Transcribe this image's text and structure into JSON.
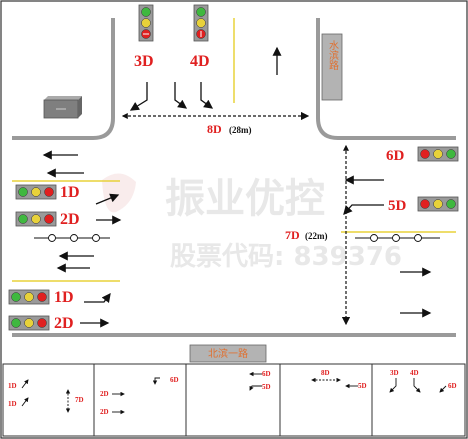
{
  "labels": {
    "p3d": "3D",
    "p4d": "4D",
    "p8d": "8D",
    "p8d_len": "(28m)",
    "p6d": "6D",
    "p5d": "5D",
    "p7d": "7D",
    "p7d_len": "(22m)",
    "p1d_top": "1D",
    "p2d_top": "2D",
    "p1d_bot": "1D",
    "p2d_bot": "2D"
  },
  "roads": {
    "north_east": "水滨路",
    "south": "北滨一路"
  },
  "watermark": {
    "line1": "振业优控",
    "line2": "股票代码: 839376"
  },
  "phase_strip": [
    {
      "items": [
        "1D",
        "1D",
        "7D"
      ]
    },
    {
      "items": [
        "6D",
        "2D",
        "2D"
      ]
    },
    {
      "items": [
        "6D",
        "5D"
      ]
    },
    {
      "items": [
        "8D",
        "5D"
      ]
    },
    {
      "items": [
        "3D",
        "4D",
        "6D"
      ]
    }
  ],
  "colors": {
    "red": "#e02020",
    "green": "#3fb83f",
    "yellow": "#e8d23a",
    "road_edge": "#9a9a9a",
    "lane_yellow": "#e8d23a"
  }
}
